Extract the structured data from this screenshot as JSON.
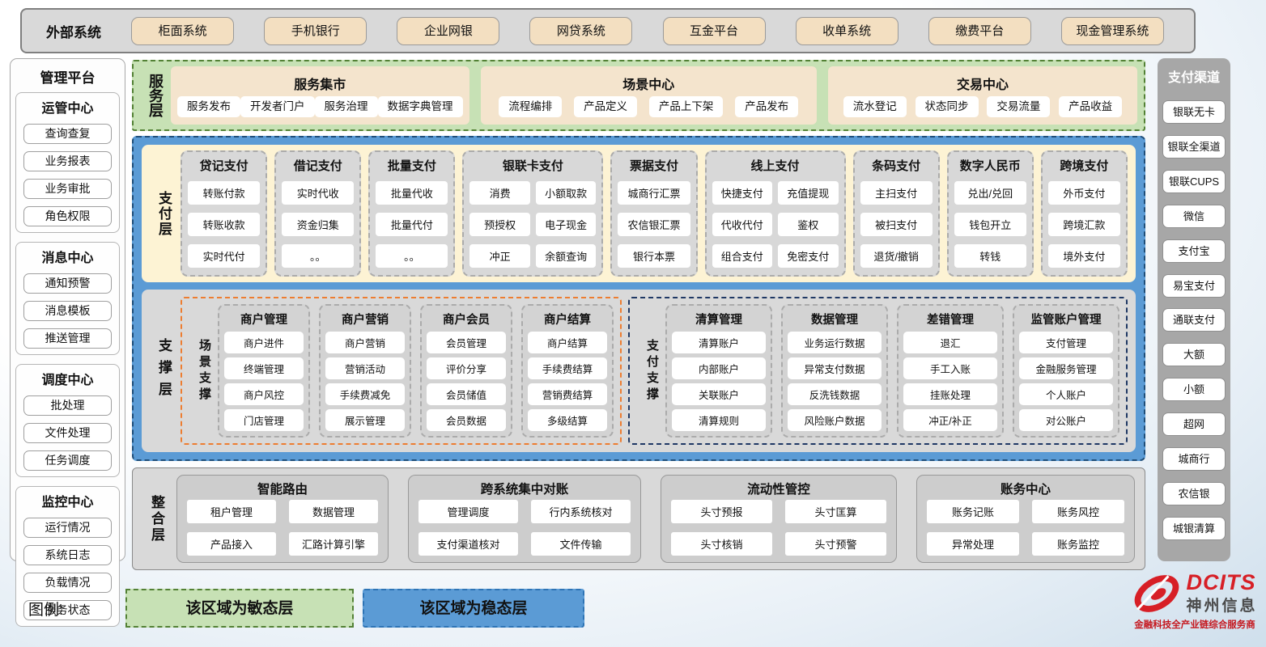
{
  "external_systems": {
    "label": "外部系统",
    "items": [
      "柜面系统",
      "手机银行",
      "企业网银",
      "网贷系统",
      "互金平台",
      "收单系统",
      "缴费平台",
      "现金管理系统"
    ]
  },
  "management_platform": {
    "title": "管理平台",
    "sections": [
      {
        "title": "运管中心",
        "items": [
          "查询查复",
          "业务报表",
          "业务审批",
          "角色权限"
        ]
      },
      {
        "title": "消息中心",
        "items": [
          "通知预警",
          "消息模板",
          "推送管理"
        ]
      },
      {
        "title": "调度中心",
        "items": [
          "批处理",
          "文件处理",
          "任务调度"
        ]
      },
      {
        "title": "监控中心",
        "items": [
          "运行情况",
          "系统日志",
          "负载情况",
          "服务状态"
        ]
      }
    ]
  },
  "service_layer": {
    "label": "服务层",
    "panels": [
      {
        "title": "服务集市",
        "items": [
          "服务发布",
          "开发者门户",
          "服务治理",
          "数据字典管理"
        ]
      },
      {
        "title": "场景中心",
        "items": [
          "流程编排",
          "产品定义",
          "产品上下架",
          "产品发布"
        ]
      },
      {
        "title": "交易中心",
        "items": [
          "流水登记",
          "状态同步",
          "交易流量",
          "产品收益"
        ]
      }
    ]
  },
  "payment_layer": {
    "label": "支付层",
    "columns": [
      {
        "title": "贷记支付",
        "cols": 1,
        "items": [
          "转账付款",
          "转账收款",
          "实时代付"
        ]
      },
      {
        "title": "借记支付",
        "cols": 1,
        "items": [
          "实时代收",
          "资金归集",
          "。。"
        ]
      },
      {
        "title": "批量支付",
        "cols": 1,
        "items": [
          "批量代收",
          "批量代付",
          "。。"
        ]
      },
      {
        "title": "银联卡支付",
        "cols": 2,
        "items": [
          "消费",
          "小额取款",
          "预授权",
          "电子现金",
          "冲正",
          "余额查询"
        ]
      },
      {
        "title": "票据支付",
        "cols": 1,
        "items": [
          "城商行汇票",
          "农信银汇票",
          "银行本票"
        ]
      },
      {
        "title": "线上支付",
        "cols": 2,
        "items": [
          "快捷支付",
          "充值提现",
          "代收代付",
          "鉴权",
          "组合支付",
          "免密支付"
        ]
      },
      {
        "title": "条码支付",
        "cols": 1,
        "items": [
          "主扫支付",
          "被扫支付",
          "退货/撤销"
        ]
      },
      {
        "title": "数字人民币",
        "cols": 1,
        "items": [
          "兑出/兑回",
          "钱包开立",
          "转钱"
        ]
      },
      {
        "title": "跨境支付",
        "cols": 1,
        "items": [
          "外币支付",
          "跨境汇款",
          "境外支付"
        ]
      }
    ]
  },
  "support_layer": {
    "label": "支撑层",
    "zones": [
      {
        "label": "场景支撑",
        "groups": [
          {
            "title": "商户管理",
            "items": [
              "商户进件",
              "终端管理",
              "商户风控",
              "门店管理"
            ]
          },
          {
            "title": "商户营销",
            "items": [
              "商户营销",
              "营销活动",
              "手续费减免",
              "展示管理"
            ]
          },
          {
            "title": "商户会员",
            "items": [
              "会员管理",
              "评价分享",
              "会员储值",
              "会员数据"
            ]
          },
          {
            "title": "商户结算",
            "items": [
              "商户结算",
              "手续费结算",
              "营销费结算",
              "多级结算"
            ]
          }
        ]
      },
      {
        "label": "支付支撑",
        "groups": [
          {
            "title": "清算管理",
            "items": [
              "清算账户",
              "内部账户",
              "关联账户",
              "清算规则"
            ]
          },
          {
            "title": "数据管理",
            "items": [
              "业务运行数据",
              "异常支付数据",
              "反洗钱数据",
              "风险账户数据"
            ]
          },
          {
            "title": "差错管理",
            "items": [
              "退汇",
              "手工入账",
              "挂账处理",
              "冲正/补正"
            ]
          },
          {
            "title": "监管账户管理",
            "items": [
              "支付管理",
              "金融服务管理",
              "个人账户",
              "对公账户"
            ]
          }
        ]
      }
    ]
  },
  "integration_layer": {
    "label": "整合层",
    "groups": [
      {
        "title": "智能路由",
        "items": [
          "租户管理",
          "数据管理",
          "产品接入",
          "汇路计算引擎"
        ]
      },
      {
        "title": "跨系统集中对账",
        "items": [
          "管理调度",
          "行内系统核对",
          "支付渠道核对",
          "文件传输"
        ]
      },
      {
        "title": "流动性管控",
        "items": [
          "头寸预报",
          "头寸匡算",
          "头寸核销",
          "头寸预警"
        ]
      },
      {
        "title": "账务中心",
        "items": [
          "账务记账",
          "账务风控",
          "异常处理",
          "账务监控"
        ]
      }
    ]
  },
  "payment_channels": {
    "title": "支付渠道",
    "items": [
      "银联无卡",
      "银联全渠道",
      "银联CUPS",
      "微信",
      "支付宝",
      "易宝支付",
      "通联支付",
      "大额",
      "小额",
      "超网",
      "城商行",
      "农信银",
      "城银清算"
    ]
  },
  "legend": {
    "label": "图例:",
    "agile": "该区域为敏态层",
    "stable": "该区域为稳态层"
  },
  "logo": {
    "brand": "DCITS",
    "company": "神州信息",
    "tagline": "金融科技全产业链综合服务商"
  },
  "colors": {
    "agile_green": "#c7e1b5",
    "agile_green_border": "#538135",
    "stable_blue": "#5b9bd5",
    "stable_blue_border": "#1f4e79",
    "payment_yellow": "#fdf3d4",
    "panel_tan": "#f3dfc1",
    "layer_gray": "#d9d9d9",
    "scene_orange_border": "#ed7d31",
    "paysupport_navy_border": "#1f3864",
    "brand_red": "#d71f26"
  }
}
